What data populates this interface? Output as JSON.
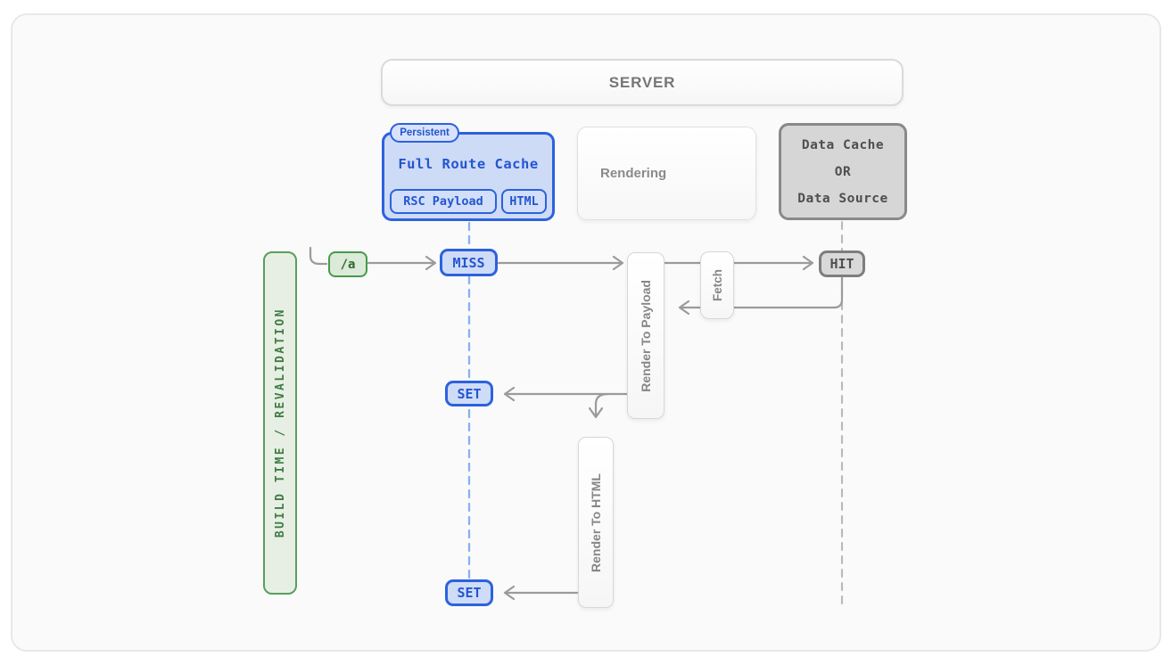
{
  "colors": {
    "blue_border": "#2c62dd",
    "blue_fill": "#cfdcf8",
    "blue_text": "#2356cf",
    "blue_dash_line": "#8ab1ed",
    "green_border": "#57a05b",
    "green_fill": "#e7efe4",
    "green_text": "#3f7d44",
    "gray_box_fill": "#d6d6d6",
    "gray_box_border": "#898989",
    "gray_text": "#4e4e4e",
    "arrow_gray": "#9b9b9b"
  },
  "server": {
    "label": "SERVER"
  },
  "full_route_cache": {
    "badge": "Persistent",
    "title": "Full Route Cache",
    "chips": [
      {
        "label": "RSC Payload"
      },
      {
        "label": "HTML"
      }
    ]
  },
  "rendering": {
    "label": "Rendering"
  },
  "data_cache": {
    "lines": [
      "Data Cache",
      "OR",
      "Data Source"
    ]
  },
  "timeline": {
    "label": "BUILD TIME / REVALIDATION"
  },
  "route_chip": {
    "label": "/a"
  },
  "steps": {
    "miss": {
      "label": "MISS"
    },
    "hit": {
      "label": "HIT"
    },
    "set_payload": {
      "label": "SET"
    },
    "set_html": {
      "label": "SET"
    },
    "render_to_payload": {
      "label": "Render To Payload"
    },
    "render_to_html": {
      "label": "Render To HTML"
    },
    "fetch": {
      "label": "Fetch"
    }
  }
}
